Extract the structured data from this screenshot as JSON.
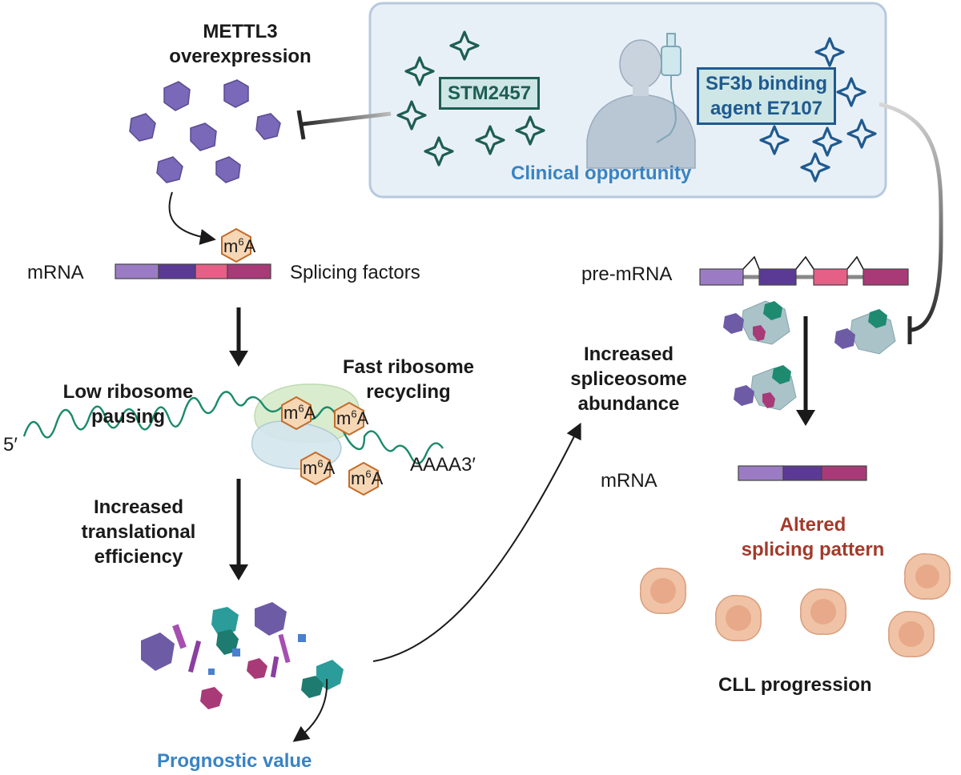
{
  "labels": {
    "mettl3_line1": "METTL3",
    "mettl3_line2": "overexpression",
    "clinical_opportunity": "Clinical opportunity",
    "stm2457": "STM2457",
    "sf3b_line1": "SF3b binding",
    "sf3b_line2": "agent E7107",
    "mrna_left": "mRNA",
    "splicing_factors": "Splicing factors",
    "m6a_base": "m",
    "m6a_sup": "6",
    "m6a_tail": "A",
    "pre_mrna": "pre-mRNA",
    "low_ribosome_line1": "Low ribosome",
    "low_ribosome_line2": "pausing",
    "fast_ribosome_line1": "Fast ribosome",
    "fast_ribosome_line2": "recycling",
    "five_prime": "5′",
    "poly_a": "AAAA3′",
    "increased_spliceosome_line1": "Increased",
    "increased_spliceosome_line2": "spliceosome",
    "increased_spliceosome_line3": "abundance",
    "increased_translational_line1": "Increased",
    "increased_translational_line2": "translational",
    "increased_translational_line3": "efficiency",
    "mrna_right": "mRNA",
    "altered_line1": "Altered",
    "altered_line2": "splicing pattern",
    "cll_progression": "CLL progression",
    "prognostic_value": "Prognostic value"
  },
  "colors": {
    "exon_light_purple": "#9b7cc4",
    "exon_dark_purple": "#5b3a96",
    "exon_pink": "#e65f87",
    "exon_magenta": "#a83a78",
    "drug_green": "#1e5e52",
    "drug_blue": "#1f5a8f",
    "clinical_blue": "#3a83c2",
    "altered_red": "#a33a2b",
    "panel_bg": "#e8f0f7",
    "panel_border": "#b7c9de",
    "hexagon_fill": "#f6d7b5",
    "hexagon_stroke": "#c26b2a",
    "protein_purple": "#7a68b8",
    "spliceosome_teal": "#2b9c9a",
    "cell_fill": "#f0c3a6"
  }
}
